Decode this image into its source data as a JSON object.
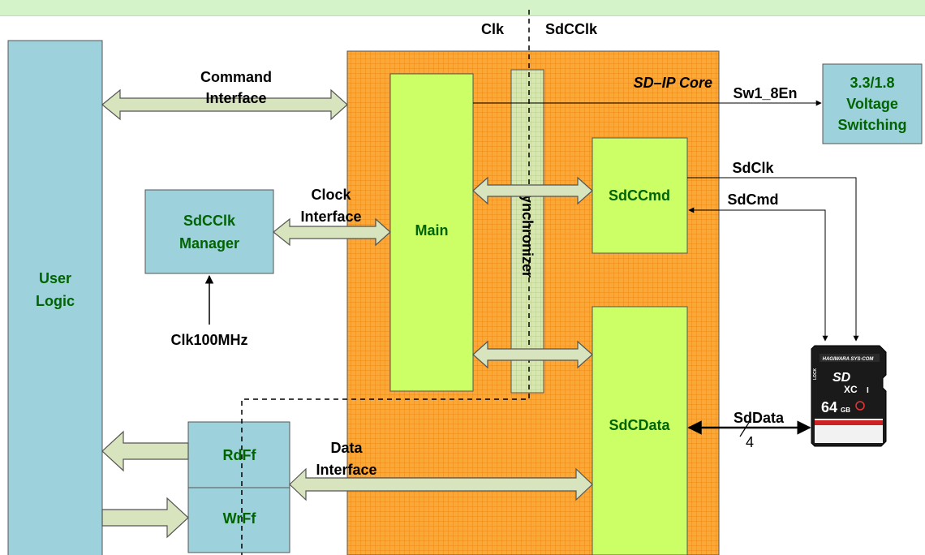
{
  "blocks": {
    "user_logic": [
      "User",
      "Logic"
    ],
    "sd_ip_core": "SD–IP Core",
    "main": "Main",
    "synchronizer": "Synchronizer",
    "sdccmd": "SdCCmd",
    "sdcdata": "SdCData",
    "sdcclk_manager": [
      "SdCClk",
      "Manager"
    ],
    "rdff": "RdFf",
    "wrff": "WrFf",
    "voltage_switching": [
      "3.3/1.8",
      "Voltage",
      "Switching"
    ]
  },
  "signals": {
    "clk": "Clk",
    "sdcclk": "SdCClk",
    "sw1_8en": "Sw1_8En",
    "sdclk": "SdClk",
    "sdcmd": "SdCmd",
    "sddata": "SdData",
    "bus_width": "4",
    "clk100mhz": "Clk100MHz"
  },
  "interfaces": {
    "command": [
      "Command",
      "Interface"
    ],
    "clock": [
      "Clock",
      "Interface"
    ],
    "data": [
      "Data",
      "Interface"
    ]
  },
  "sd_card": {
    "brand": "HAGIWARA SYS-COM",
    "format": "SD",
    "class": "XC",
    "uhs": "I",
    "capacity": "64",
    "unit": "GB",
    "lock": "LOCK"
  },
  "colors": {
    "core": "#f9a83a",
    "block_green": "#ccff66",
    "block_blue": "#9dd1dc",
    "arrow_fill": "#d7e4bd"
  }
}
